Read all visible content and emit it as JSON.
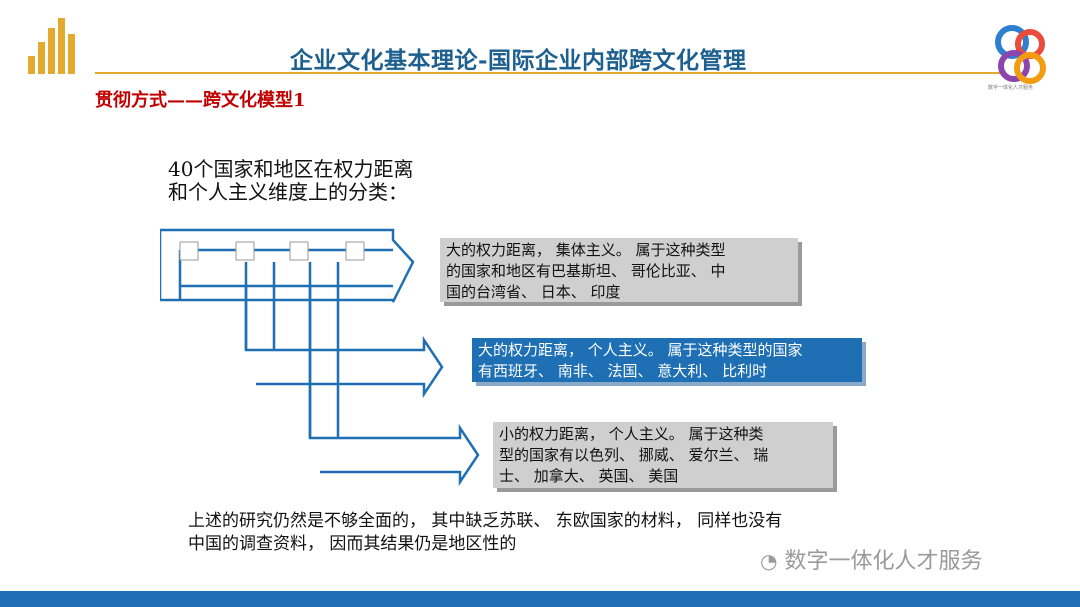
{
  "header": {
    "title": "企业文化基本理论-国际企业内部跨文化管理",
    "subtitle": "贯彻方式——跨文化模型1",
    "corner_logo_caption": "数字一体化人才服务"
  },
  "intro": {
    "line1": "40个国家和地区在权力距离",
    "line2": "和个人主义维度上的分类："
  },
  "categories": [
    {
      "lines": [
        "大的权力距离， 集体主义。 属于这种类型",
        "的国家和地区有巴基斯坦、 哥伦比亚、 中",
        "国的台湾省、 日本、 印度"
      ]
    },
    {
      "lines": [
        "大的权力距离， 个人主义。 属于这种类型的国家",
        "有西班牙、 南非、 法国、 意大利、 比利时"
      ]
    },
    {
      "lines": [
        "小的权力距离， 个人主义。 属于这种类",
        "型的国家有以色列、 挪威、 爱尔兰、 瑞",
        "士、 加拿大、 英国、 美国"
      ]
    }
  ],
  "conclusion": {
    "line1": "上述的研究仍然是不够全面的， 其中缺乏苏联、 东欧国家的材料， 同样也没有",
    "line2": "中国的调查资料， 因而其结果仍是地区性的"
  },
  "watermark": "数字一体化人才服务",
  "colors": {
    "title_blue": "#1d5f8f",
    "subtitle_red": "#c00000",
    "accent_gold": "#e3aa2e",
    "arrow_blue": "#1f6fb4",
    "box_grey": "#cfcfcf"
  }
}
